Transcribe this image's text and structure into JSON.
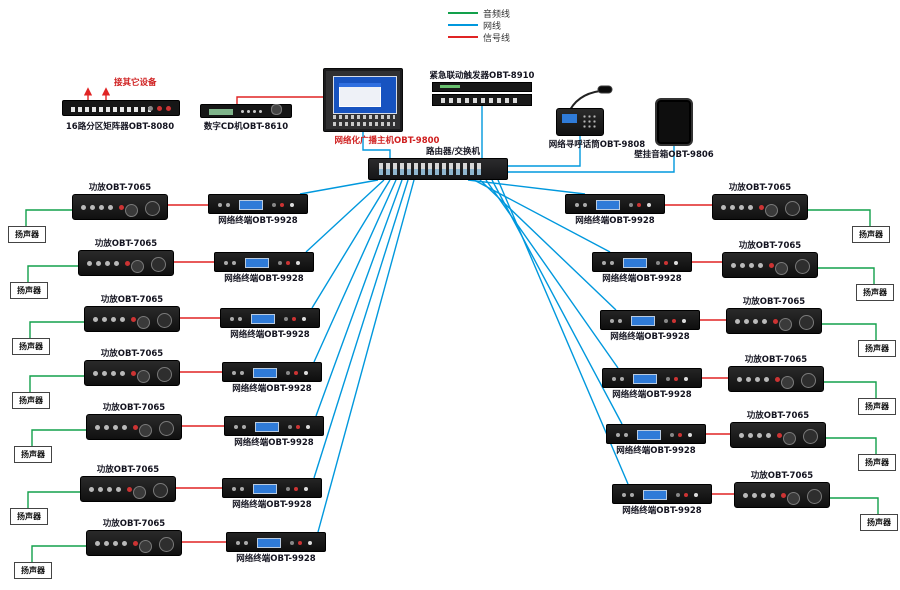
{
  "colors": {
    "audio": "#12a04b",
    "network": "#0098dd",
    "signal": "#e02424"
  },
  "legend": {
    "audio": "音频线",
    "network": "网线",
    "signal": "信号线"
  },
  "top_devices": {
    "matrix": {
      "label": "16路分区矩阵器OBT-8080",
      "note": "接其它设备"
    },
    "cd": {
      "label": "数字CD机OBT-8610"
    },
    "host": {
      "label": "网络化广播主机OBT-9800"
    },
    "trigger": {
      "label": "紧急联动触发器OBT-8910"
    },
    "mic": {
      "label": "网络寻呼话筒OBT-9808"
    },
    "wall_speaker": {
      "label": "壁挂音箱OBT-9806"
    }
  },
  "switch": {
    "label": "路由器/交换机"
  },
  "left_rows": [
    {
      "amp": "功放OBT-7065",
      "terminal": "网络终端OBT-9928",
      "speaker": "扬声器"
    },
    {
      "amp": "功放OBT-7065",
      "terminal": "网络终端OBT-9928",
      "speaker": "扬声器"
    },
    {
      "amp": "功放OBT-7065",
      "terminal": "网络终端OBT-9928",
      "speaker": "扬声器"
    },
    {
      "amp": "功放OBT-7065",
      "terminal": "网络终端OBT-9928",
      "speaker": "扬声器"
    },
    {
      "amp": "功放OBT-7065",
      "terminal": "网络终端OBT-9928",
      "speaker": "扬声器"
    },
    {
      "amp": "功放OBT-7065",
      "terminal": "网络终端OBT-9928",
      "speaker": "扬声器"
    },
    {
      "amp": "功放OBT-7065",
      "terminal": "网络终端OBT-9928",
      "speaker": "扬声器"
    }
  ],
  "right_rows": [
    {
      "amp": "功放OBT-7065",
      "terminal": "网络终端OBT-9928",
      "speaker": "扬声器"
    },
    {
      "amp": "功放OBT-7065",
      "terminal": "网络终端OBT-9928",
      "speaker": "扬声器"
    },
    {
      "amp": "功放OBT-7065",
      "terminal": "网络终端OBT-9928",
      "speaker": "扬声器"
    },
    {
      "amp": "功放OBT-7065",
      "terminal": "网络终端OBT-9928",
      "speaker": "扬声器"
    },
    {
      "amp": "功放OBT-7065",
      "terminal": "网络终端OBT-9928",
      "speaker": "扬声器"
    },
    {
      "amp": "功放OBT-7065",
      "terminal": "网络终端OBT-9928",
      "speaker": "扬声器"
    }
  ]
}
